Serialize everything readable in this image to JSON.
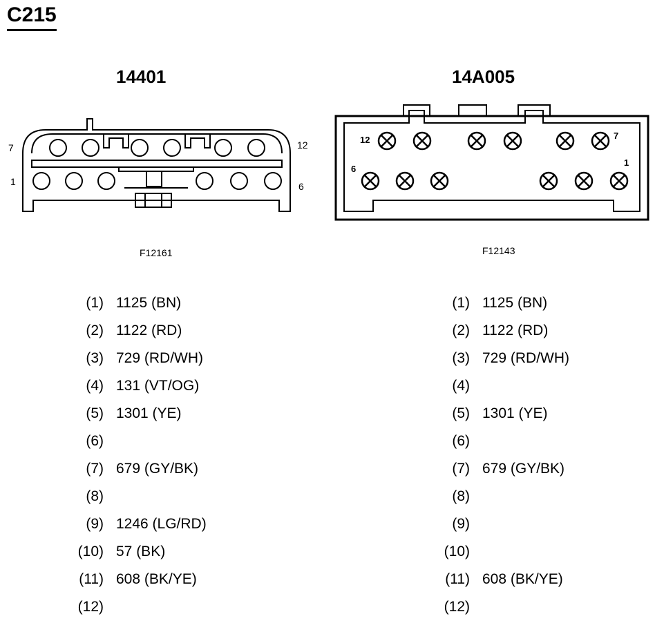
{
  "title": "C215",
  "connectors": [
    {
      "name": "14401",
      "figure_code": "F12161",
      "face_labels": {
        "top_left": "7",
        "top_right": "12",
        "bottom_left": "1",
        "bottom_right": "6"
      },
      "pins": [
        {
          "num": "(1)",
          "circuit": "1125 (BN)"
        },
        {
          "num": "(2)",
          "circuit": "1122 (RD)"
        },
        {
          "num": "(3)",
          "circuit": "729 (RD/WH)"
        },
        {
          "num": "(4)",
          "circuit": "131 (VT/OG)"
        },
        {
          "num": "(5)",
          "circuit": "1301 (YE)"
        },
        {
          "num": "(6)",
          "circuit": ""
        },
        {
          "num": "(7)",
          "circuit": "679 (GY/BK)"
        },
        {
          "num": "(8)",
          "circuit": ""
        },
        {
          "num": "(9)",
          "circuit": "1246 (LG/RD)"
        },
        {
          "num": "(10)",
          "circuit": "57 (BK)"
        },
        {
          "num": "(11)",
          "circuit": "608 (BK/YE)"
        },
        {
          "num": "(12)",
          "circuit": ""
        }
      ]
    },
    {
      "name": "14A005",
      "figure_code": "F12143",
      "face_labels": {
        "top_left": "12",
        "top_right": "7",
        "bottom_left": "6",
        "bottom_right": "1"
      },
      "pins": [
        {
          "num": "(1)",
          "circuit": "1125 (BN)"
        },
        {
          "num": "(2)",
          "circuit": "1122 (RD)"
        },
        {
          "num": "(3)",
          "circuit": "729 (RD/WH)"
        },
        {
          "num": "(4)",
          "circuit": ""
        },
        {
          "num": "(5)",
          "circuit": "1301 (YE)"
        },
        {
          "num": "(6)",
          "circuit": ""
        },
        {
          "num": "(7)",
          "circuit": "679 (GY/BK)"
        },
        {
          "num": "(8)",
          "circuit": ""
        },
        {
          "num": "(9)",
          "circuit": ""
        },
        {
          "num": "(10)",
          "circuit": ""
        },
        {
          "num": "(11)",
          "circuit": "608 (BK/YE)"
        },
        {
          "num": "(12)",
          "circuit": ""
        }
      ]
    }
  ]
}
